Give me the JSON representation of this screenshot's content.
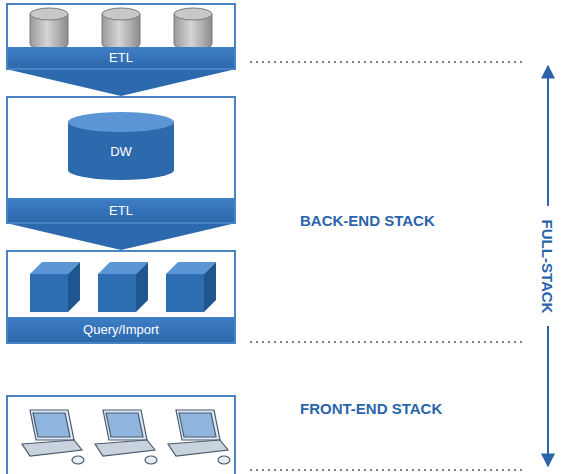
{
  "diagram": {
    "nodes": [
      {
        "text": [
          "ETL"
        ]
      },
      {
        "text": [
          "ETL"
        ]
      },
      {
        "text": [
          "DW"
        ],
        "in": 1
      },
      {
        "text": [
          "Query/Import"
        ]
      }
    ],
    "edges": [
      {
        "from": 0,
        "to": 1,
        "arrow": "to"
      },
      {
        "from": 1,
        "to": 3,
        "arrow": "to"
      }
    ],
    "labels": [
      "BACK-END STACK",
      "FRONT-END STACK",
      "FULL-STACK"
    ]
  }
}
